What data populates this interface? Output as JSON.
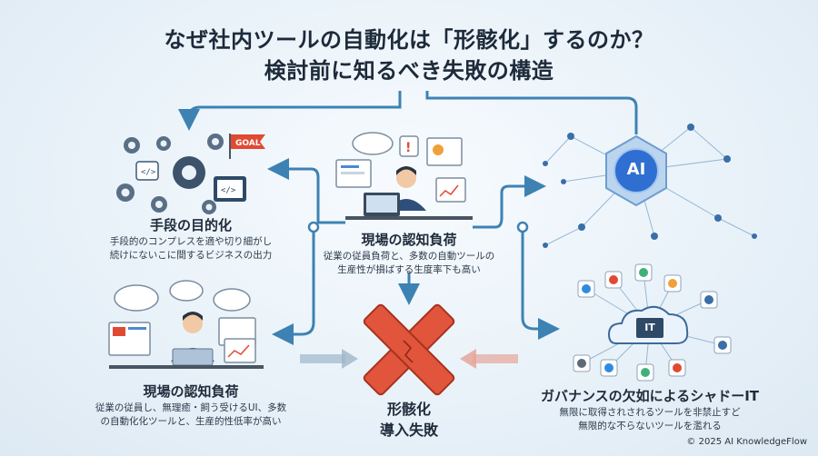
{
  "title": {
    "line1": "なぜ社内ツールの自動化は「形骸化」するのか？",
    "line2": "検討前に知るべき失敗の構造"
  },
  "top_left": {
    "label": "手段の目的化",
    "desc_line1": "手段的のコンプレスを適や切り細がし",
    "desc_line2": "続けにないこに間するビジネスの出力",
    "goal_tag": "GOAL"
  },
  "top_center": {
    "label": "現場の認知負荷",
    "desc_line1": "従業の従員負荷と、多数の自動ツールの",
    "desc_line2": "生産性が損ばする生度率下も高い"
  },
  "top_right": {
    "ai_text": "AI"
  },
  "bottom_left": {
    "label": "現場の認知負荷",
    "desc_line1": "従業の従員し、無理癒・飼う受けるUI、多数",
    "desc_line2": "の自動化化ツールと、生産的性低率が高い"
  },
  "center": {
    "line1": "形骸化",
    "line2": "導入失敗"
  },
  "bottom_right": {
    "label": "ガバナンスの欠如によるシャドーIT",
    "desc_line1": "無限に取得されされるツールを非禁止すど",
    "desc_line2": "無限的な不らないツールを濫れる",
    "cloud_text": "IT"
  },
  "footer": {
    "copyright": "© 2025 AI KnowledgeFlow"
  },
  "colors": {
    "arrow_blue": "#3d82b3",
    "x_red": "#e0553b",
    "ai_blue": "#2f6fd1",
    "title_dark": "#1d2a3a"
  }
}
